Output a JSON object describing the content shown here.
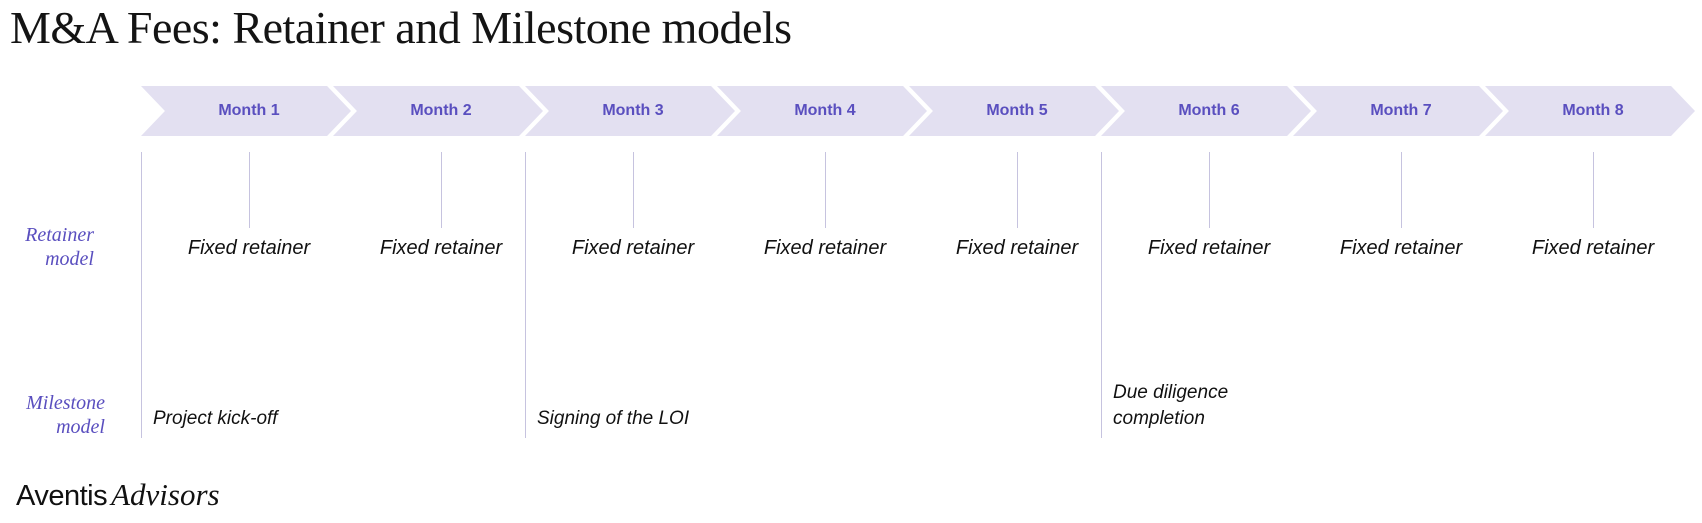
{
  "title": "M&A Fees: Retainer and Milestone models",
  "months": [
    "Month 1",
    "Month 2",
    "Month 3",
    "Month 4",
    "Month 5",
    "Month 6",
    "Month 7",
    "Month 8"
  ],
  "rows": {
    "retainer_label": "Retainer model",
    "milestone_label": "Milestone model"
  },
  "retainer_fees": [
    "Fixed retainer",
    "Fixed retainer",
    "Fixed retainer",
    "Fixed retainer",
    "Fixed retainer",
    "Fixed retainer",
    "Fixed retainer",
    "Fixed retainer"
  ],
  "milestones": [
    {
      "month_index": 0,
      "label": "Project kick-off"
    },
    {
      "month_index": 2,
      "label": "Signing of the LOI"
    },
    {
      "month_index": 5,
      "label": "Due diligence completion"
    }
  ],
  "logo": {
    "part1": "Aventis",
    "part2": "Advisors"
  },
  "colors": {
    "accent": "#5a4fbf",
    "chevron_fill": "#e3e0f1",
    "line": "#c6c3df",
    "text": "#111111"
  }
}
